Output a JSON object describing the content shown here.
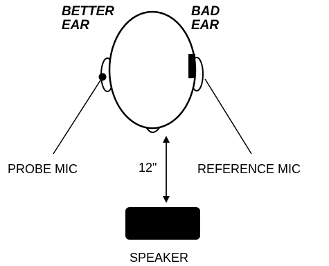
{
  "labels": {
    "better_ear_line1": "BETTER",
    "better_ear_line2": "EAR",
    "bad_ear_line1": "BAD",
    "bad_ear_line2": "EAR",
    "probe_mic": "PROBE MIC",
    "reference_mic": "REFERENCE MIC",
    "distance": "12\"",
    "speaker": "SPEAKER"
  },
  "colors": {
    "ink": "#000000",
    "background": "#ffffff"
  }
}
